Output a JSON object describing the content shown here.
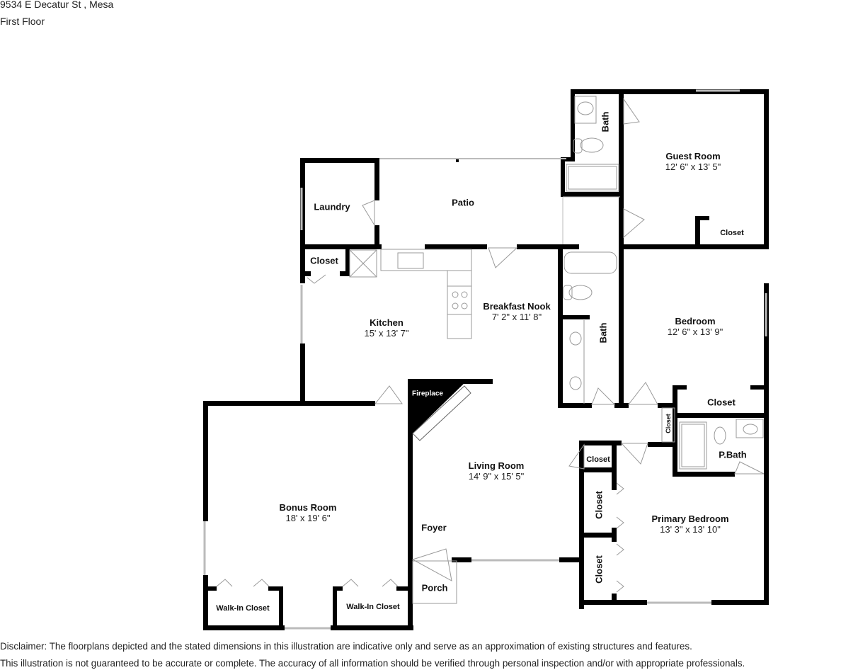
{
  "header": {
    "address": "9534 E Decatur St , Mesa",
    "floor": "First Floor"
  },
  "rooms": {
    "guest_room": {
      "name": "Guest Room",
      "dims": "12' 6\" x 13' 5\""
    },
    "guest_bath": {
      "name": "Bath"
    },
    "guest_closet": {
      "name": "Closet"
    },
    "laundry": {
      "name": "Laundry"
    },
    "patio": {
      "name": "Patio"
    },
    "kitchen_closet": {
      "name": "Closet"
    },
    "kitchen": {
      "name": "Kitchen",
      "dims": "15' x 13' 7\""
    },
    "breakfast_nook": {
      "name": "Breakfast Nook",
      "dims": "7' 2\" x 11' 8\""
    },
    "hall_bath": {
      "name": "Bath"
    },
    "bedroom": {
      "name": "Bedroom",
      "dims": "12' 6\" x 13' 9\""
    },
    "bedroom_closet": {
      "name": "Closet"
    },
    "hall_closet": {
      "name": "Closet"
    },
    "pbath": {
      "name": "P.Bath"
    },
    "fireplace": {
      "name": "Fireplace"
    },
    "living_room": {
      "name": "Living Room",
      "dims": "14' 9\" x 15' 5\""
    },
    "living_closet": {
      "name": "Closet"
    },
    "primary_closet_1": {
      "name": "Closet"
    },
    "primary_closet_2": {
      "name": "Closet"
    },
    "primary_bedroom": {
      "name": "Primary Bedroom",
      "dims": "13' 3\" x 13' 10\""
    },
    "bonus_room": {
      "name": "Bonus Room",
      "dims": "18' x 19' 6\""
    },
    "walkin_closet_1": {
      "name": "Walk-In Closet"
    },
    "walkin_closet_2": {
      "name": "Walk-In Closet"
    },
    "foyer": {
      "name": "Foyer"
    },
    "porch": {
      "name": "Porch"
    }
  },
  "disclaimer": {
    "line1": "Disclaimer: The floorplans depicted and the stated dimensions in this illustration are indicative only and serve as an approximation of existing structures and features.",
    "line2": "This illustration is not guaranteed to be accurate or complete. The accuracy of all information should be verified through personal inspection and/or with appropriate professionals."
  },
  "colors": {
    "wall": "#000000",
    "fixture": "#888888",
    "window": "#bbbbbb",
    "background": "#ffffff"
  }
}
